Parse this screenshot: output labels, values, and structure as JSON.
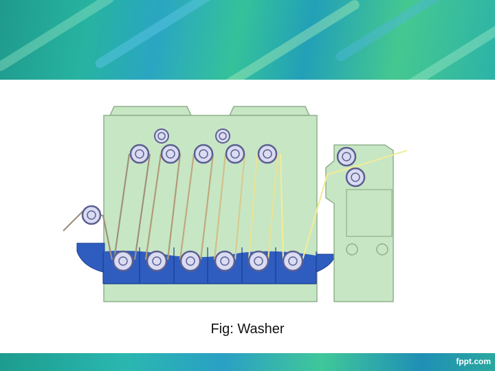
{
  "caption": "Fig: Washer",
  "brand": "fppt.com",
  "colors": {
    "machine_body": "#c7e6c4",
    "machine_outline": "#8fb08c",
    "water_bath": "#2e5dbf",
    "roller_fill": "#d9dcf2",
    "roller_rim": "#5d5f90",
    "fabric_path_entry": "#a08f7c",
    "fabric_path_exit": "#f2ec9a"
  },
  "icons": [
    "roller-icon",
    "water-bath",
    "machine-frame",
    "fabric-path"
  ]
}
